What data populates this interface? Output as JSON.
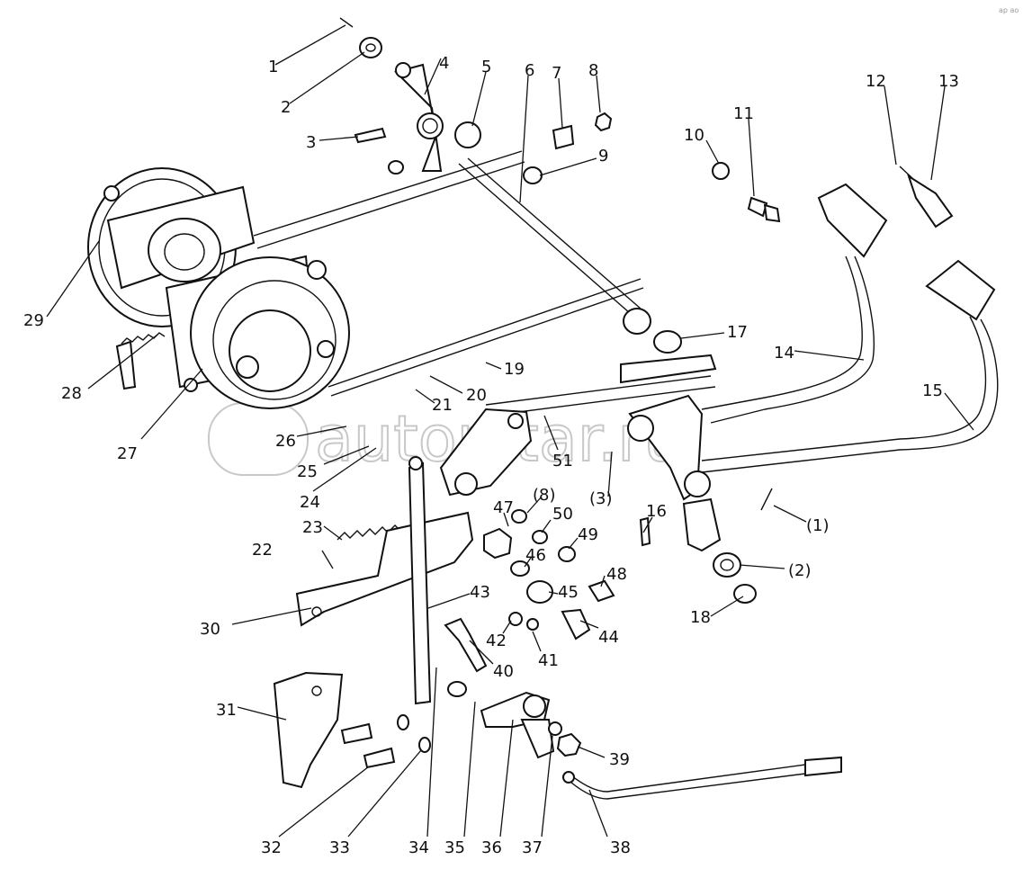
{
  "watermark": "autopitar.ru",
  "corner_mark": "ap ao",
  "callouts": [
    "1",
    "2",
    "3",
    "4",
    "5",
    "6",
    "7",
    "8",
    "9",
    "10",
    "11",
    "12",
    "13",
    "14",
    "15",
    "16",
    "17",
    "18",
    "19",
    "20",
    "21",
    "22",
    "23",
    "24",
    "25",
    "26",
    "27",
    "28",
    "29",
    "30",
    "31",
    "32",
    "33",
    "34",
    "35",
    "36",
    "37",
    "38",
    "39",
    "40",
    "41",
    "42",
    "43",
    "44",
    "45",
    "46",
    "47",
    "48",
    "49",
    "50",
    "51",
    "(1)",
    "(2)",
    "(3)",
    "(8)"
  ]
}
